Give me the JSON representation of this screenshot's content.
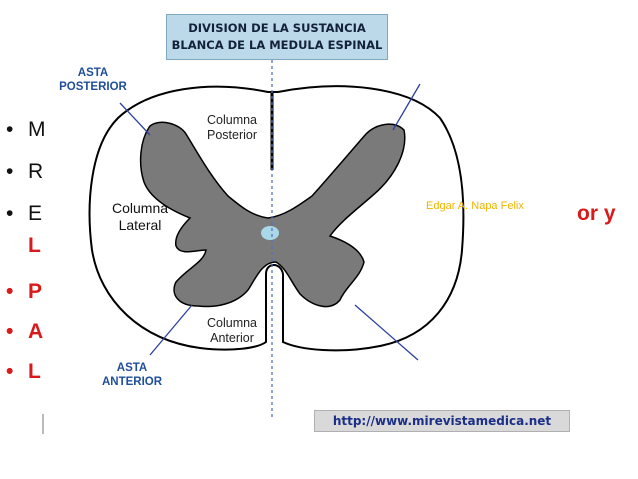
{
  "bullets": [
    {
      "marker": "•",
      "text": "M",
      "style": "black"
    },
    {
      "marker": "•",
      "text": "R",
      "style": "black"
    },
    {
      "marker": "•",
      "text": "E",
      "style": "black"
    },
    {
      "marker": "•",
      "text": "P",
      "style": "red"
    },
    {
      "marker": "•",
      "text": "A",
      "style": "red"
    },
    {
      "marker": "•",
      "text": "L",
      "style": "red"
    }
  ],
  "bullet_continuation": "L",
  "bullet_tail": "or y",
  "diagram": {
    "title_line1": "DIVISION DE LA SUSTANCIA",
    "title_line2": "BLANCA DE LA MEDULA ESPINAL",
    "asta_posterior_line1": "ASTA",
    "asta_posterior_line2": "POSTERIOR",
    "asta_anterior_line1": "ASTA",
    "asta_anterior_line2": "ANTERIOR",
    "columna_posterior_line1": "Columna",
    "columna_posterior_line2": "Posterior",
    "columna_lateral_line1": "Columna",
    "columna_lateral_line2": "Lateral",
    "columna_anterior_line1": "Columna",
    "columna_anterior_line2": "Anterior",
    "author": "Edgar A. Napa Felix",
    "url": "http://www.mirevistamedica.net"
  },
  "colors": {
    "gray_matter": "#7a7a7a",
    "outline": "#000000",
    "title_bg": "#bcd9ea",
    "label_blue": "#1f4e9a",
    "author_yellow": "#f0b400",
    "bullet_red": "#d81a1a",
    "canal": "#a8d8ea"
  }
}
